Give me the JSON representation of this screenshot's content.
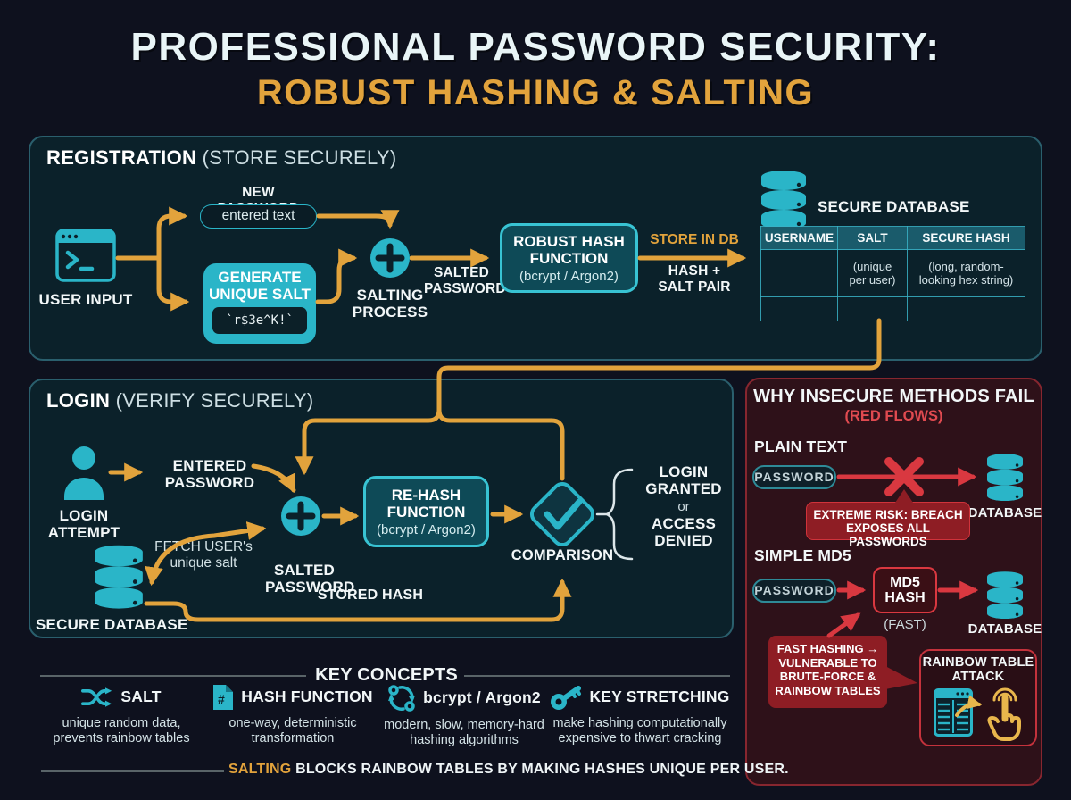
{
  "title": {
    "line1": "PROFESSIONAL PASSWORD SECURITY:",
    "line2": "ROBUST HASHING & SALTING"
  },
  "colors": {
    "teal": "#2ab5c8",
    "orange": "#e2a33c",
    "red": "#d93840",
    "pale_title": "#e9f5f7"
  },
  "registration": {
    "heading": "REGISTRATION",
    "heading_suffix": " (STORE SECURELY)",
    "user_input": "USER INPUT",
    "new_password": "NEW PASSWORD",
    "entered_text": "entered text",
    "generate_salt": "GENERATE\nUNIQUE SALT",
    "salt_value": "`r$3e^K!`",
    "salting_process": "SALTING\nPROCESS",
    "salted_password": "SALTED\nPASSWORD",
    "hash_box_title": "ROBUST HASH\nFUNCTION",
    "hash_box_sub": "(bcrypt / Argon2)",
    "store_in_db": "STORE IN DB",
    "hash_salt_pair": "HASH +\nSALT PAIR",
    "secure_database": "SECURE DATABASE",
    "table": {
      "h": [
        "USERNAME",
        "SALT",
        "SECURE HASH"
      ],
      "r1": [
        "",
        "(unique\nper user)",
        "(long, random-\nlooking hex string)"
      ],
      "r2": [
        "",
        "",
        ""
      ]
    }
  },
  "login": {
    "heading": "LOGIN",
    "heading_suffix": " (VERIFY SECURELY)",
    "login_attempt": "LOGIN\nATTEMPT",
    "entered_password": "ENTERED\nPASSWORD",
    "salted_password": "SALTED\nPASSWORD",
    "fetch_salt": "FETCH USER's\nunique salt",
    "secure_database": "SECURE DATABASE",
    "rehash_title": "RE-HASH\nFUNCTION",
    "rehash_sub": "(bcrypt / Argon2)",
    "comparison": "COMPARISON",
    "stored_hash": "STORED HASH",
    "granted": "LOGIN\nGRANTED",
    "or": "or",
    "denied": "ACCESS\nDENIED"
  },
  "insecure": {
    "title": "WHY INSECURE METHODS FAIL",
    "subtitle": "(RED FLOWS)",
    "plain_text": "PLAIN TEXT",
    "password1": "PASSWORD",
    "database1": "DATABASE",
    "risk": "EXTREME RISK: BREACH\nEXPOSES ALL PASSWORDS",
    "simple_md5": "SIMPLE MD5",
    "password2": "PASSWORD",
    "md5_hash": "MD5\nHASH",
    "fast": "(FAST)",
    "database2": "DATABASE",
    "vulnerable": "FAST HASHING →\nVULNERABLE TO\nBRUTE-FORCE &\nRAINBOW TABLES",
    "rainbow_attack": "RAINBOW TABLE\nATTACK"
  },
  "key_concepts": {
    "heading": "KEY CONCEPTS",
    "items": [
      {
        "icon": "shuffle-icon",
        "title": "SALT",
        "desc": "unique random data,\nprevents rainbow tables"
      },
      {
        "icon": "hash-file-icon",
        "title": "HASH FUNCTION",
        "desc": "one-way, deterministic\ntransformation"
      },
      {
        "icon": "cycle-icon",
        "title": "bcrypt / Argon2",
        "desc": "modern, slow, memory-hard\nhashing algorithms"
      },
      {
        "icon": "key-icon",
        "title": "KEY STRETCHING",
        "desc": "make hashing computationally\nexpensive to thwart cracking"
      }
    ]
  },
  "footer": {
    "highlight": "SALTING",
    "rest": " BLOCKS RAINBOW TABLES BY MAKING HASHES UNIQUE PER USER."
  }
}
